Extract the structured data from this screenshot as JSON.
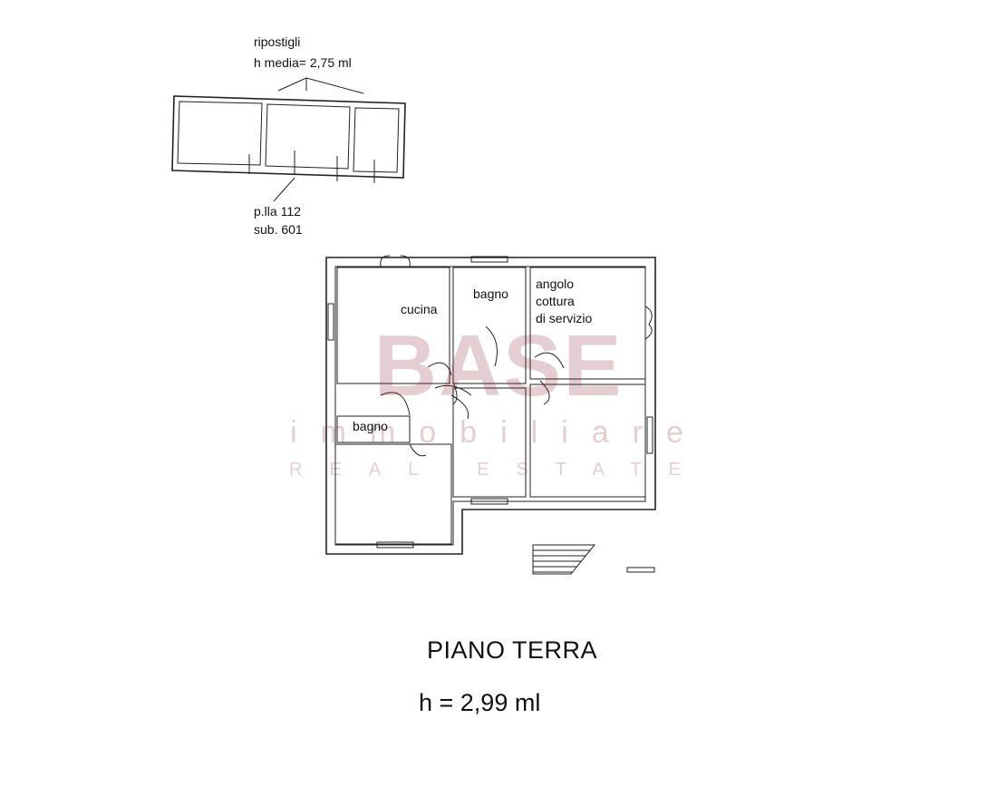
{
  "storage": {
    "label_line1": "ripostigli",
    "label_line2": "h media= 2,75 ml",
    "parcel_line1": "p.lla 112",
    "parcel_line2": "sub. 601"
  },
  "rooms": {
    "kitchen": "cucina",
    "bath_top": "bagno",
    "service_line1": "angolo",
    "service_line2": "cottura",
    "service_line3": "di servizio",
    "bath_left": "bagno"
  },
  "watermark": {
    "brand": "BASE",
    "line2": "immobiliare",
    "line3": "REAL ESTATE",
    "color": "#8a1f3a"
  },
  "footer": {
    "title": "PIANO TERRA",
    "height": "h = 2,99 ml"
  }
}
